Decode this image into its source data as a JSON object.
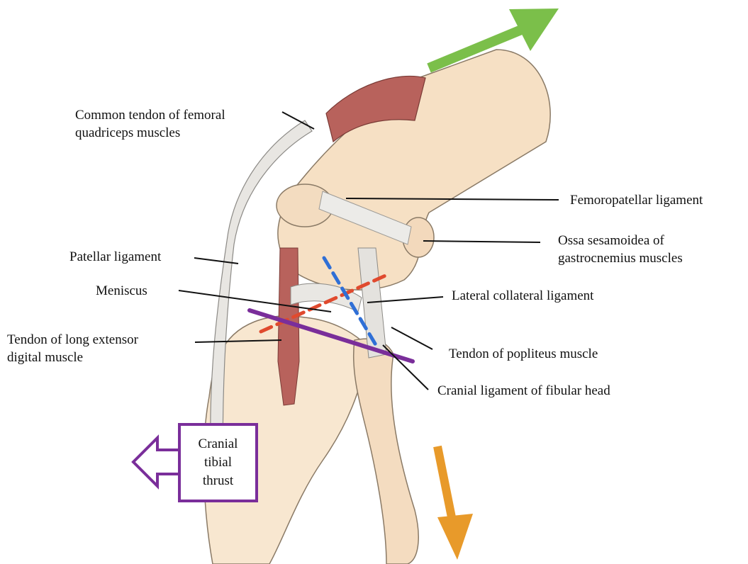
{
  "labels": {
    "quadriceps": [
      "Common tendon of femoral",
      "quadriceps muscles"
    ],
    "femoropatellar": "Femoropatellar ligament",
    "ossa": [
      "Ossa sesamoidea of",
      "gastrocnemius muscles"
    ],
    "patellar": "Patellar ligament",
    "meniscus": "Meniscus",
    "lateral_collateral": "Lateral collateral ligament",
    "long_extensor": [
      "Tendon of long extensor",
      "digital muscle"
    ],
    "popliteus": "Tendon of popliteus muscle",
    "fibular_head": "Cranial ligament of fibular head",
    "cranial_tibial_thrust": [
      "Cranial",
      "tibial",
      "thrust"
    ]
  },
  "colors": {
    "femur_arrow": "#7bbf4a",
    "tibia_arrow": "#e89a2a",
    "thrust_arrow": "#7a2e9a",
    "tibial_plateau_line": "#7a2e9a",
    "ccl_line": "#e04a2e",
    "caudal_line": "#2f6fd6"
  }
}
